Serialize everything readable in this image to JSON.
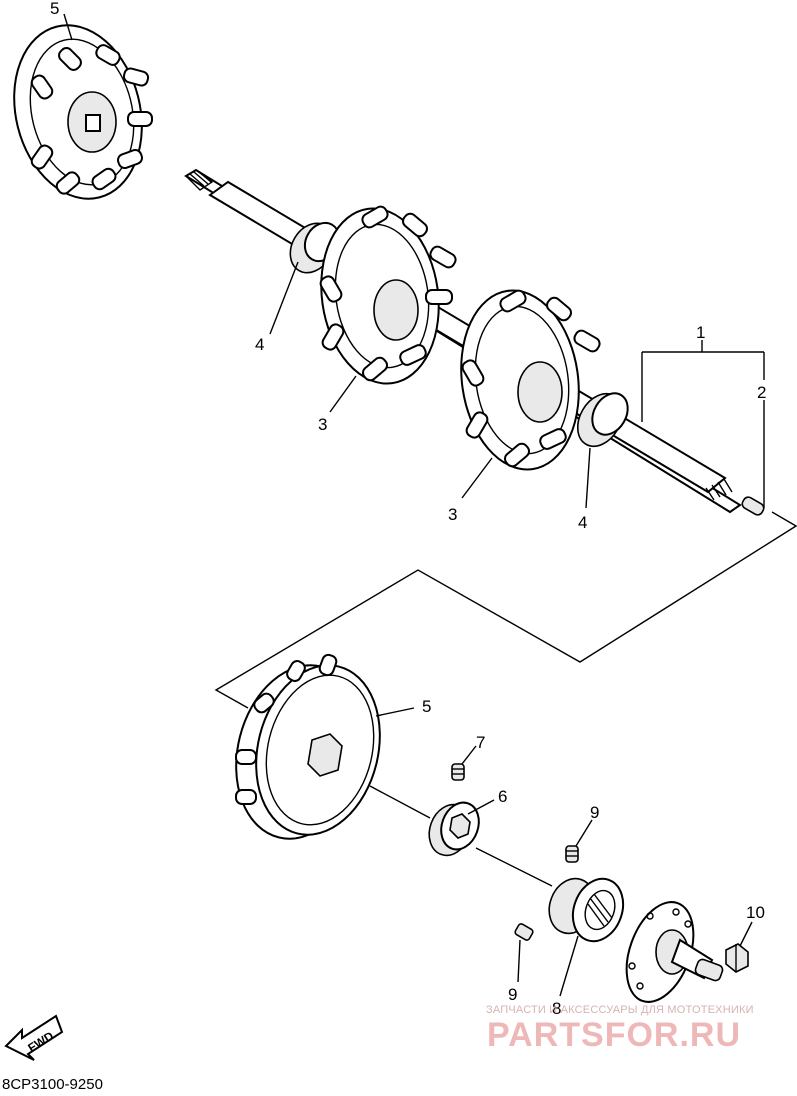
{
  "callouts": [
    {
      "id": "5a",
      "text": "5"
    },
    {
      "id": "1",
      "text": "1"
    },
    {
      "id": "2",
      "text": "2"
    },
    {
      "id": "4a",
      "text": "4"
    },
    {
      "id": "3a",
      "text": "3"
    },
    {
      "id": "3b",
      "text": "3"
    },
    {
      "id": "4b",
      "text": "4"
    },
    {
      "id": "5b",
      "text": "5"
    },
    {
      "id": "7",
      "text": "7"
    },
    {
      "id": "6",
      "text": "6"
    },
    {
      "id": "9a",
      "text": "9"
    },
    {
      "id": "10",
      "text": "10"
    },
    {
      "id": "9b",
      "text": "9"
    },
    {
      "id": "8",
      "text": "8"
    }
  ],
  "fwd_label": "FWD",
  "drawing_code": "8CP3100-9250",
  "watermark": {
    "tagline": "ЗАПЧАСТИ И АКСЕССУАРЫ ДЛЯ МОТОТЕХНИКИ",
    "brand": "PARTSFOR.RU"
  }
}
